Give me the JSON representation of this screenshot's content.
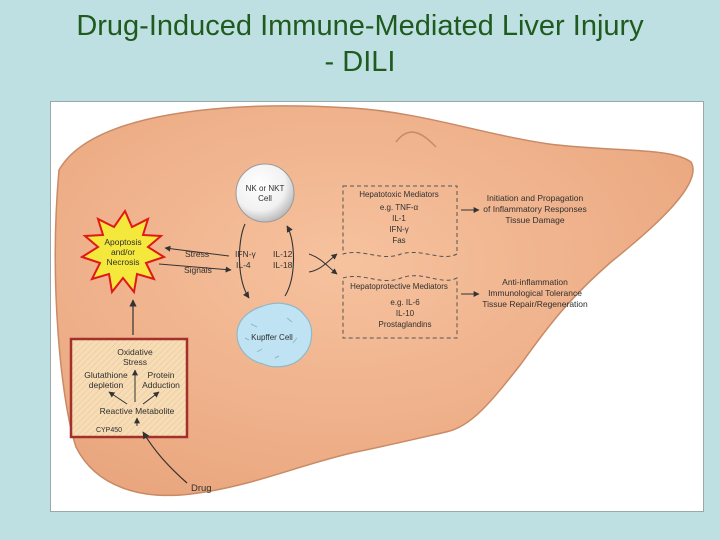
{
  "title": {
    "line1": "Drug-Induced Immune-Mediated Liver Injury",
    "line2": "- DILI"
  },
  "diagram": {
    "burst": {
      "line1": "Apoptosis",
      "line2": "and/or",
      "line3": "Necrosis"
    },
    "stress_signals": {
      "line1": "Stress",
      "line2": "Signals"
    },
    "nk_cell": {
      "line1": "NK or NKT",
      "line2": "Cell"
    },
    "cytokines_left": {
      "line1": "IFN-γ",
      "line2": "IL-4"
    },
    "cytokines_right": {
      "line1": "IL-12",
      "line2": "IL-18"
    },
    "kupffer_cell": "Kupffer Cell",
    "hepatotoxic_box": {
      "title": "Hepatotoxic Mediators",
      "line1": "e.g. TNF-α",
      "line2": "IL-1",
      "line3": "IFN-γ",
      "line4": "Fas"
    },
    "hepatoprotective_box": {
      "title": "Hepatoprotective Mediators",
      "line1": "e.g. IL-6",
      "line2": "IL-10",
      "line3": "Prostaglandins"
    },
    "outcome_top": {
      "line1": "Initiation and Propagation",
      "line2": "of Inflammatory Responses",
      "line3": "Tissue Damage"
    },
    "outcome_bottom": {
      "line1": "Anti-inflammation",
      "line2": "Immunological Tolerance",
      "line3": "Tissue Repair/Regeneration"
    },
    "hepatocyte_box": {
      "oxidative_stress_1": "Oxidative",
      "oxidative_stress_2": "Stress",
      "glutathione_1": "Glutathione",
      "glutathione_2": "depletion",
      "protein_1": "Protein",
      "protein_2": "Adduction",
      "reactive_metabolite": "Reactive Metabolite",
      "enzyme": "CYP450"
    },
    "drug_label": "Drug"
  },
  "colors": {
    "background": "#bfe0e2",
    "title": "#1f5a1f",
    "liver": "#f0b48c",
    "liver_stroke": "#c98a66",
    "burst": "#f5e83c",
    "burst_stroke": "#e01818",
    "box_fill": "#f7ddb7",
    "box_stroke": "#a3302a",
    "kupffer": "#bfe3f2"
  }
}
